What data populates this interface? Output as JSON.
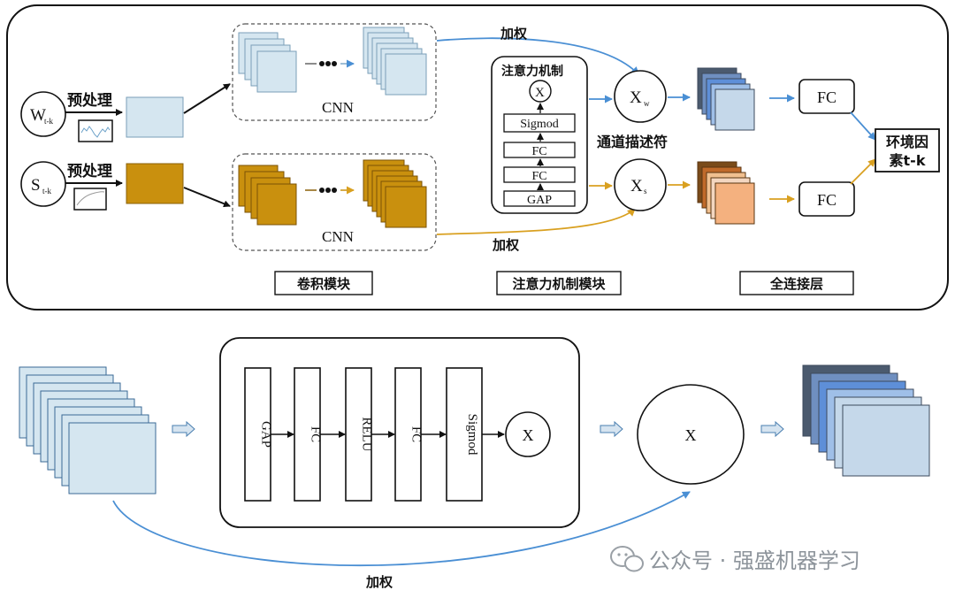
{
  "inputs": {
    "w": {
      "symbol": "W",
      "subscript": "t-k",
      "label": "预处理"
    },
    "s": {
      "symbol": "S",
      "subscript": "t-k",
      "label": "预处理"
    }
  },
  "cnn_labels": {
    "top": "CNN",
    "bottom": "CNN"
  },
  "weighting_labels": {
    "top": "加权",
    "bottom": "加权",
    "lower_diagram": "加权"
  },
  "attention": {
    "title": "注意力机制",
    "multiply": "X",
    "layers": [
      "Sigmod",
      "FC",
      "FC",
      "GAP"
    ]
  },
  "channel_descriptor": "通道描述符",
  "x_nodes": {
    "w": {
      "symbol": "X",
      "subscript": "w"
    },
    "s": {
      "symbol": "X",
      "subscript": "s"
    }
  },
  "fc_labels": [
    "FC",
    "FC"
  ],
  "output": {
    "line1": "环境因",
    "line2": "素t-k"
  },
  "module_labels": {
    "conv": "卷积模块",
    "attention": "注意力机制模块",
    "fc": "全连接层"
  },
  "lower_diagram": {
    "layers": [
      "GAP",
      "FC",
      "RELU",
      "FC",
      "Sigmod"
    ],
    "multiply_small": "X",
    "multiply_large": "X"
  },
  "watermark": "公众号 · 强盛机器学习",
  "colors": {
    "blue_fill": "#d5e6f0",
    "gold_fill": "#c9900e",
    "blue_arrow": "#4a8fd4",
    "gold_arrow": "#d9a020",
    "dark_blue_stack": [
      "#4b5a6e",
      "#6f8fc0",
      "#5e8fd8",
      "#9fbfe8",
      "#c5d8ea"
    ],
    "warm_stack": [
      "#7a4b1a",
      "#c06a2a",
      "#f0c090",
      "#f3d6c0",
      "#f4b17f"
    ]
  }
}
